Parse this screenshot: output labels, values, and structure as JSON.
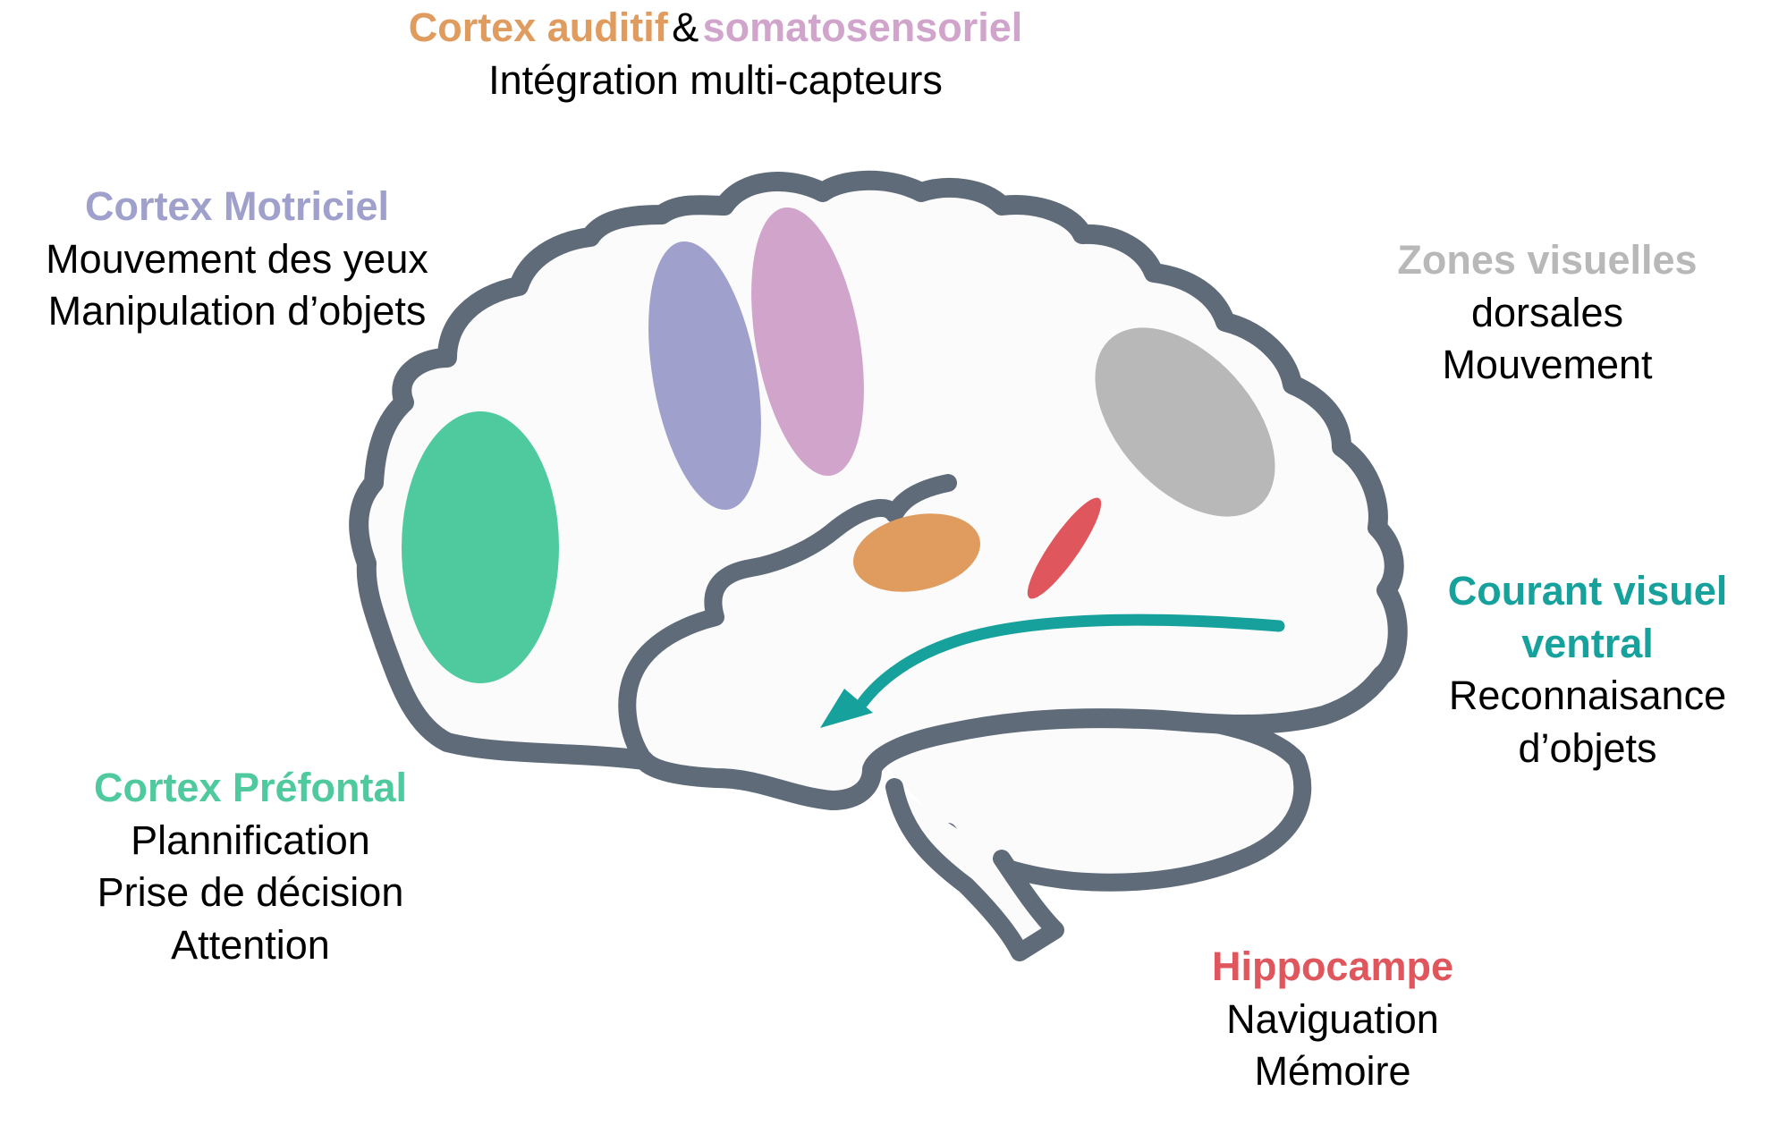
{
  "colors": {
    "outline": "#5f6b79",
    "brain_fill": "#fbfbfb",
    "auditory": "#e09b5e",
    "somato": "#d0a4cb",
    "motor": "#9fa0cb",
    "visual": "#b8b8b8",
    "ventral": "#17a19c",
    "prefrontal": "#4fca9f",
    "hippocampus": "#e0565d",
    "text": "#000000"
  },
  "auditory_block": {
    "title_auditory": "Cortex auditif",
    "ampersand": "&",
    "title_somato": "somatosensoriel",
    "line1": "Intégration multi-capteurs"
  },
  "motor_block": {
    "title": "Cortex Motriciel",
    "line1": "Mouvement des yeux",
    "line2": "Manipulation d’objets"
  },
  "visual_block": {
    "title": "Zones visuelles",
    "line1": "dorsales",
    "line2": "Mouvement"
  },
  "ventral_block": {
    "title_line1": "Courant visuel",
    "title_line2": "ventral",
    "line1": "Reconnaisance",
    "line2": "d’objets"
  },
  "prefrontal_block": {
    "title": "Cortex Préfontal",
    "line1": "Plannification",
    "line2": "Prise de décision",
    "line3": "Attention"
  },
  "hippocampus_block": {
    "title": "Hippocampe",
    "line1": "Naviguation",
    "line2": "Mémoire"
  }
}
